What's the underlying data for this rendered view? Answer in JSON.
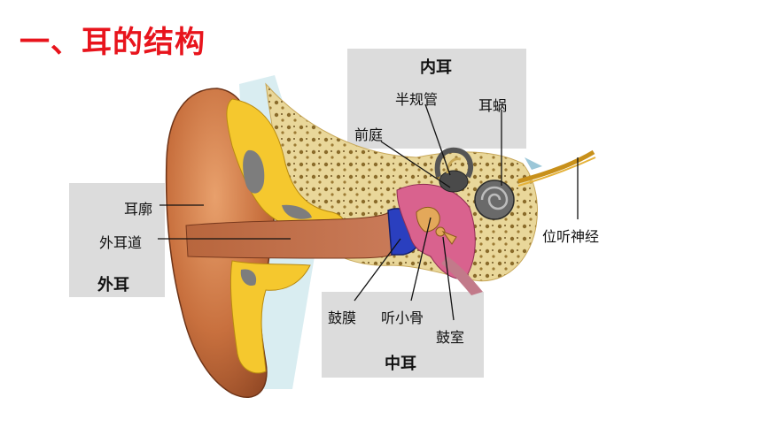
{
  "title": "一、耳的结构",
  "regions": {
    "inner": "内耳",
    "outer": "外耳",
    "middle": "中耳"
  },
  "labels": {
    "auricle": "耳廓",
    "ear_canal": "外耳道",
    "semicircular_canals": "半规管",
    "cochlea": "耳蜗",
    "vestibule": "前庭",
    "vestibulocochlear_nerve": "位听神经",
    "eardrum": "鼓膜",
    "ossicles": "听小骨",
    "tympanic_cavity": "鼓室"
  },
  "colors": {
    "title": "#e8141c",
    "region_box": "#dcdcdc"
  }
}
